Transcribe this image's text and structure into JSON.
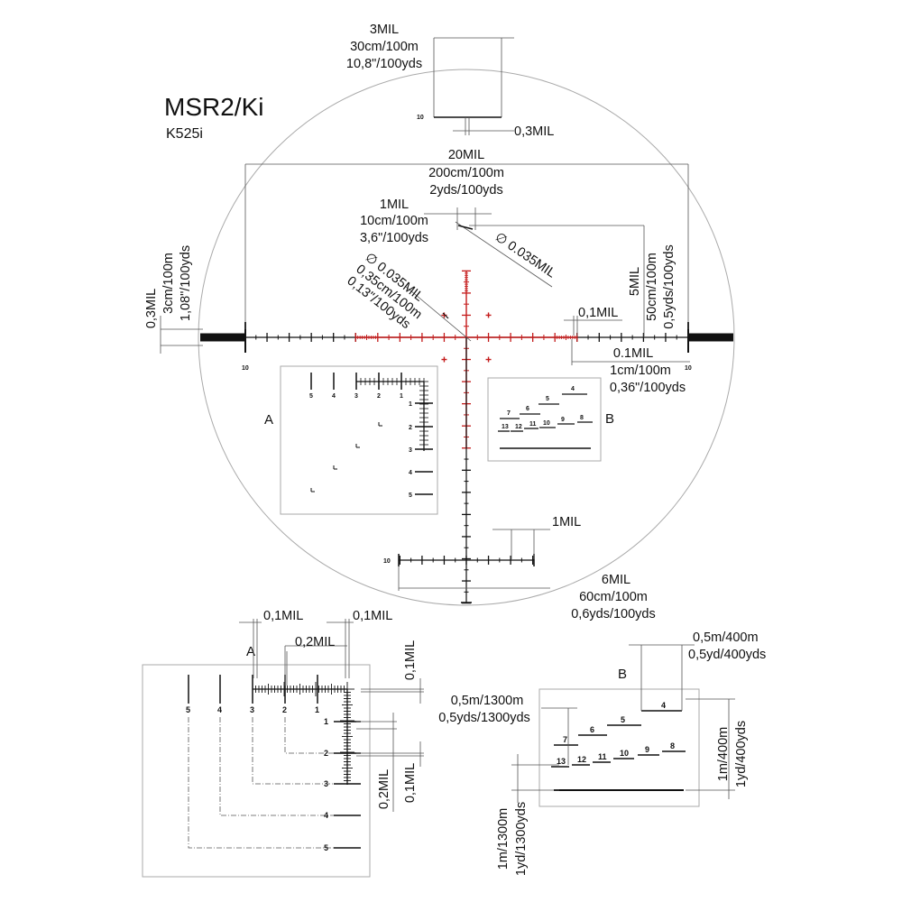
{
  "title": "MSR2/Ki",
  "subtitle": "K525i",
  "colors": {
    "reticle_black": "#111111",
    "reticle_red": "#c41a1a",
    "dimension": "#555555",
    "frame": "#aaaaaa"
  },
  "dimensions": {
    "top_3mil": [
      "3MIL",
      "30cm/100m",
      "10,8\"/100yds"
    ],
    "top_03mil": "0,3MIL",
    "full_20mil": [
      "20MIL",
      "200cm/100m",
      "2yds/100yds"
    ],
    "one_mil": [
      "1MIL",
      "10cm/100m",
      "3,6\"/100yds"
    ],
    "diag_035": "∅ 0.035MIL",
    "left_035": [
      "∅ 0.035MIL",
      "0,35cm/100m",
      "0,13\"/100yds"
    ],
    "left_03mil": [
      "0,3MIL",
      "3cm/100m",
      "1,08\"/100yds"
    ],
    "right_5mil": [
      "5MIL",
      "50cm/100m",
      "0,5yds/100yds"
    ],
    "right_01mil": "0,1MIL",
    "right_01mil_b": [
      "0.1MIL",
      "1cm/100m",
      "0,36\"/100yds"
    ],
    "lower_1mil": "1MIL",
    "lower_6mil": [
      "6MIL",
      "60cm/100m",
      "0,6yds/100yds"
    ]
  },
  "reticle_labels": {
    "left_10": "10",
    "right_10": "10",
    "top_10": "10",
    "bottom_10": "10"
  },
  "inset_a": {
    "label": "A",
    "top_numbers": [
      "5",
      "4",
      "3",
      "2",
      "1"
    ],
    "side_numbers": [
      "1",
      "2",
      "3",
      "4",
      "5"
    ]
  },
  "inset_b": {
    "label": "B",
    "numbers": [
      "4",
      "5",
      "6",
      "7",
      "8",
      "9",
      "10",
      "11",
      "12",
      "13"
    ]
  },
  "detail_a": {
    "label": "A",
    "top_numbers": [
      "5",
      "4",
      "3",
      "2",
      "1"
    ],
    "side_numbers": [
      "1",
      "2",
      "3",
      "4",
      "5"
    ],
    "dims": {
      "top_left": "0,1MIL",
      "top_right": "0,1MIL",
      "mid": "0,2MIL",
      "right_top": "0,1MIL",
      "right_b1": "0,2MIL",
      "right_b2": "0,1MIL"
    }
  },
  "detail_b": {
    "label": "B",
    "numbers": [
      "4",
      "5",
      "6",
      "7",
      "8",
      "9",
      "10",
      "11",
      "12",
      "13"
    ],
    "dims": {
      "top": [
        "0,5m/400m",
        "0,5yd/400yds"
      ],
      "left": [
        "0,5m/1300m",
        "0,5yds/1300yds"
      ],
      "right": [
        "1m/400m",
        "1yd/400yds"
      ],
      "bottom": [
        "1m/1300m",
        "1yd/1300yds"
      ]
    }
  }
}
